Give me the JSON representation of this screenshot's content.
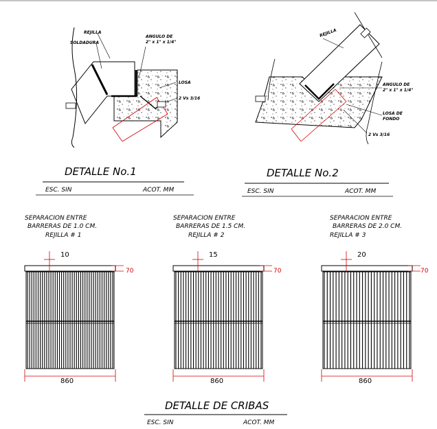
{
  "detail1": {
    "title": "DETALLE No.1",
    "scale": "ESC. SIN",
    "units": "ACOT. MM",
    "labels": {
      "rejilla": "REJILLA",
      "soldadura": "SOLDADURA",
      "angulo_1": "ANGULO DE",
      "angulo_2": "2\" x 1\" x 1/4\"",
      "losa": "LOSA",
      "anchor": "2 Vs 3/16"
    }
  },
  "detail2": {
    "title": "DETALLE No.2",
    "scale": "ESC. SIN",
    "units": "ACOT. MM",
    "labels": {
      "rejilla": "REJILLA",
      "angulo_1": "ANGULO DE",
      "angulo_2": "2\" x 1\" x 1/4\"",
      "losa_1": "LOSA DE",
      "losa_2": "FONDO",
      "anchor": "2 Vs 3/16"
    }
  },
  "screens": [
    {
      "line1": "SEPARACION ENTRE",
      "line2": "BARRERAS DE 1.0 CM.",
      "line3": "REJILLA # 1",
      "spacing": "10",
      "frame": "70",
      "width": "860",
      "bars": 40
    },
    {
      "line1": "SEPARACION ENTRE",
      "line2": "BARRERAS DE 1.5 CM.",
      "line3": "REJILLA # 2",
      "spacing": "15",
      "frame": "70",
      "width": "860",
      "bars": 34
    },
    {
      "line1": "SEPARACION ENTRE",
      "line2": "BARRERAS DE 2.0 CM.",
      "line3": "REJILLA # 3",
      "spacing": "20",
      "frame": "70",
      "width": "860",
      "bars": 29
    }
  ],
  "cribas": {
    "title": "DETALLE DE CRIBAS",
    "scale": "ESC. SIN",
    "units": "ACOT. MM"
  }
}
